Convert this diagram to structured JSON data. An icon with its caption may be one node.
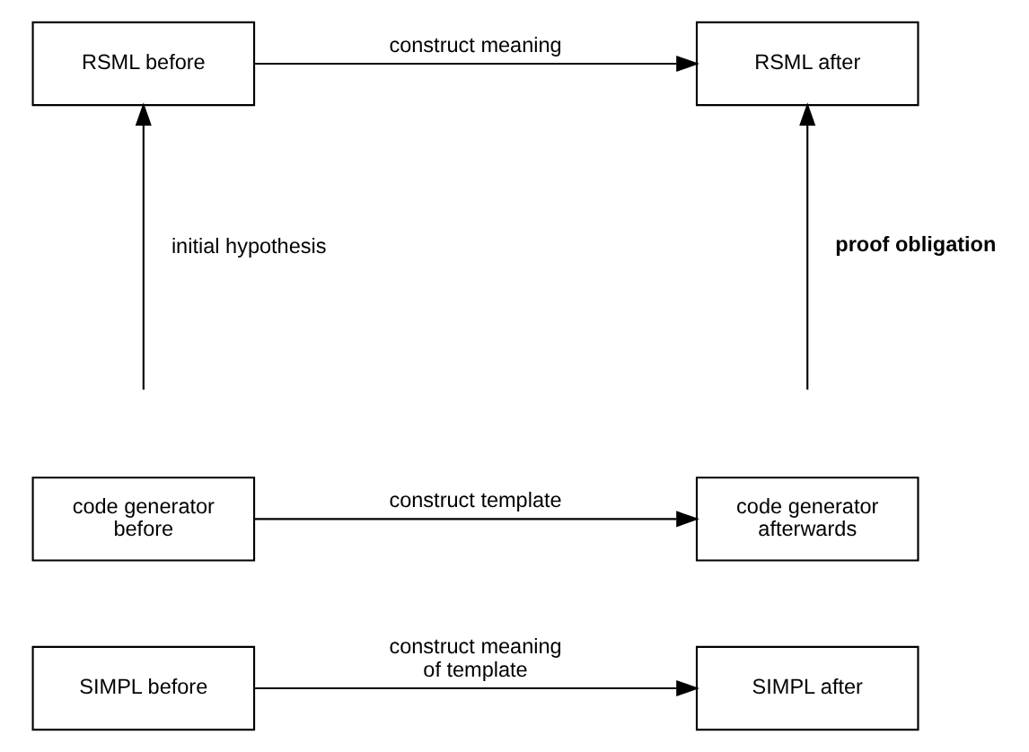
{
  "diagram": {
    "nodes": [
      {
        "text": [
          "RSML before"
        ]
      },
      {
        "text": [
          "RSML after"
        ]
      },
      {
        "text": [
          "code generator before"
        ]
      },
      {
        "text": [
          "code generator afterwards"
        ]
      },
      {
        "text": [
          "SIMPL before"
        ]
      },
      {
        "text": [
          "SIMPL after"
        ]
      }
    ],
    "edges": [
      {
        "from": 0,
        "to": 1,
        "arrow": "to",
        "label": "construct meaning"
      },
      {
        "from": null,
        "to": 0,
        "arrow": "to",
        "label": "initial hypothesis"
      },
      {
        "from": null,
        "to": 1,
        "arrow": "to",
        "label": "proof obligation"
      },
      {
        "from": 2,
        "to": 3,
        "arrow": "to",
        "label": "construct template"
      },
      {
        "from": 4,
        "to": 5,
        "arrow": "to",
        "label": "construct meaning of template"
      }
    ]
  }
}
